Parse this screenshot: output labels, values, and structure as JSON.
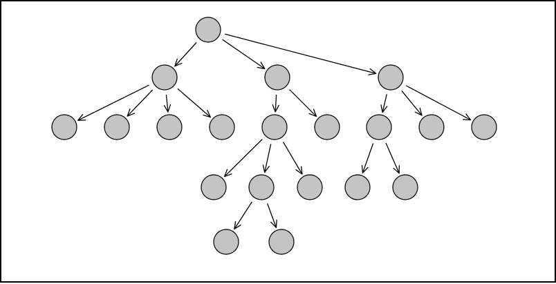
{
  "diagram": {
    "type": "tree",
    "colors": {
      "node_fill": "#c4c4c4",
      "node_stroke": "#000000",
      "edge_stroke": "#000000",
      "background": "#ffffff",
      "frame": "#000000"
    },
    "nodes": [
      {
        "id": "n0"
      },
      {
        "id": "n1"
      },
      {
        "id": "n2"
      },
      {
        "id": "n3"
      },
      {
        "id": "n4"
      },
      {
        "id": "n5"
      },
      {
        "id": "n6"
      },
      {
        "id": "n7"
      },
      {
        "id": "n8"
      },
      {
        "id": "n9"
      },
      {
        "id": "n10"
      },
      {
        "id": "n11"
      },
      {
        "id": "n12"
      },
      {
        "id": "n13"
      },
      {
        "id": "n14"
      },
      {
        "id": "n15"
      },
      {
        "id": "n16"
      },
      {
        "id": "n17"
      },
      {
        "id": "n18"
      },
      {
        "id": "n19"
      }
    ],
    "edges": [
      {
        "from": "n0",
        "to": "n1"
      },
      {
        "from": "n0",
        "to": "n2"
      },
      {
        "from": "n0",
        "to": "n3"
      },
      {
        "from": "n1",
        "to": "n4"
      },
      {
        "from": "n1",
        "to": "n5"
      },
      {
        "from": "n1",
        "to": "n6"
      },
      {
        "from": "n1",
        "to": "n7"
      },
      {
        "from": "n2",
        "to": "n8"
      },
      {
        "from": "n2",
        "to": "n9"
      },
      {
        "from": "n3",
        "to": "n10"
      },
      {
        "from": "n3",
        "to": "n11"
      },
      {
        "from": "n3",
        "to": "n12"
      },
      {
        "from": "n8",
        "to": "n13"
      },
      {
        "from": "n8",
        "to": "n14"
      },
      {
        "from": "n8",
        "to": "n15"
      },
      {
        "from": "n10",
        "to": "n16"
      },
      {
        "from": "n10",
        "to": "n17"
      },
      {
        "from": "n14",
        "to": "n18"
      },
      {
        "from": "n14",
        "to": "n19"
      }
    ]
  }
}
